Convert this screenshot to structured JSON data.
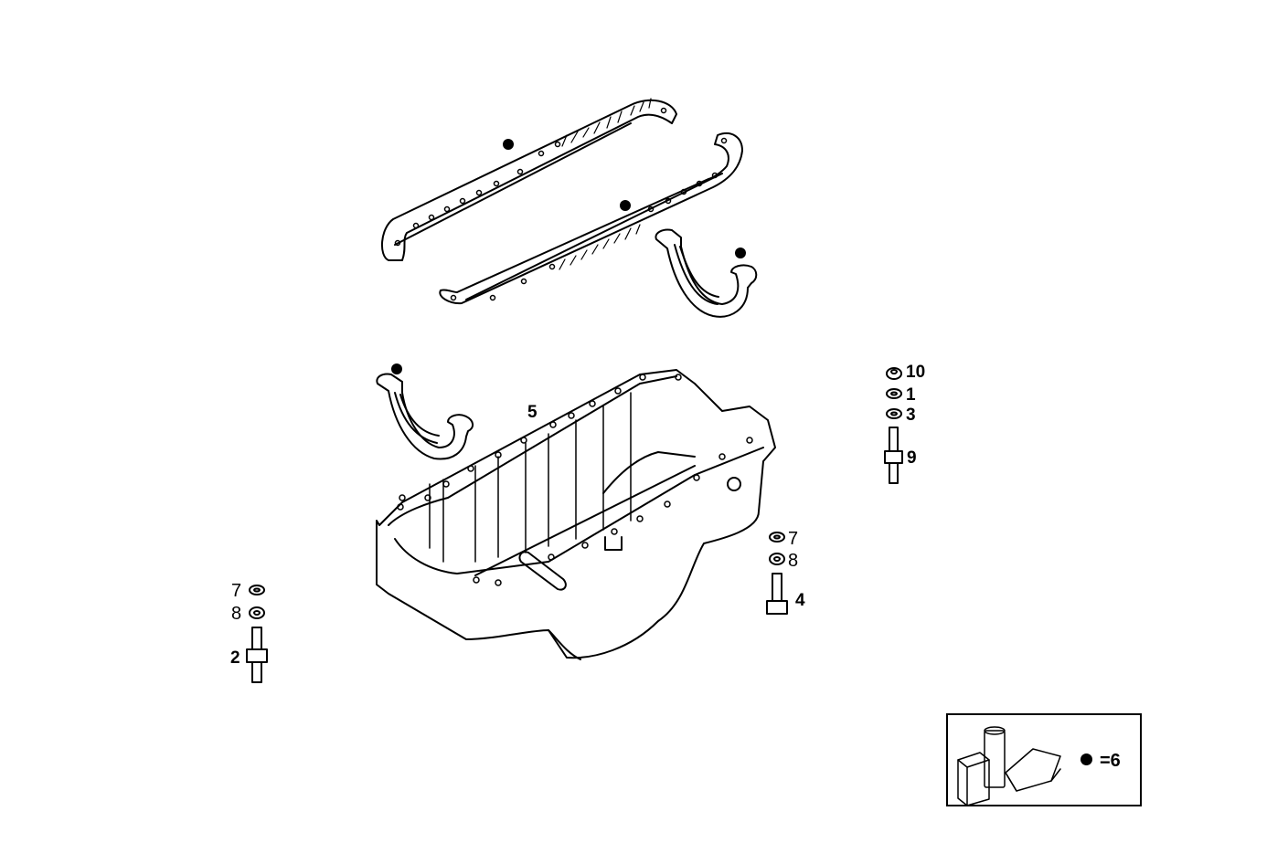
{
  "diagram": {
    "type": "exploded-parts-view",
    "subject": "oil sump / oil pan assembly",
    "line_color": "#000000",
    "background": "#ffffff"
  },
  "parts": [
    {
      "ref": "5",
      "name": "oil-pan",
      "label": "5"
    },
    {
      "ref": "10",
      "name": "nut",
      "label": "10"
    },
    {
      "ref": "1",
      "name": "washer",
      "label": "1"
    },
    {
      "ref": "3",
      "name": "washer",
      "label": "3"
    },
    {
      "ref": "9",
      "name": "stud",
      "label": "9"
    },
    {
      "ref": "7",
      "name": "washer",
      "label": "7"
    },
    {
      "ref": "8",
      "name": "washer",
      "label": "8"
    },
    {
      "ref": "4",
      "name": "bolt",
      "label": "4"
    },
    {
      "ref": "2",
      "name": "stud",
      "label": "2"
    }
  ],
  "callouts": {
    "pan": "5",
    "right_stack": {
      "nut": "10",
      "washer_a": "1",
      "washer_b": "3",
      "stud": "9"
    },
    "center_stack": {
      "washer_a": "7",
      "washer_b": "8",
      "bolt": "4"
    },
    "left_stack": {
      "washer_a": "7",
      "washer_b": "8",
      "stud": "2"
    }
  },
  "gasket_markers": [
    {
      "part": "side-gasket-upper",
      "marker": "●"
    },
    {
      "part": "side-gasket-lower",
      "marker": "●"
    },
    {
      "part": "end-seal-rear",
      "marker": "●"
    },
    {
      "part": "end-seal-front",
      "marker": "●"
    }
  ],
  "legend": {
    "marker": "●",
    "text": "=6",
    "meaning": "gasket kit"
  }
}
